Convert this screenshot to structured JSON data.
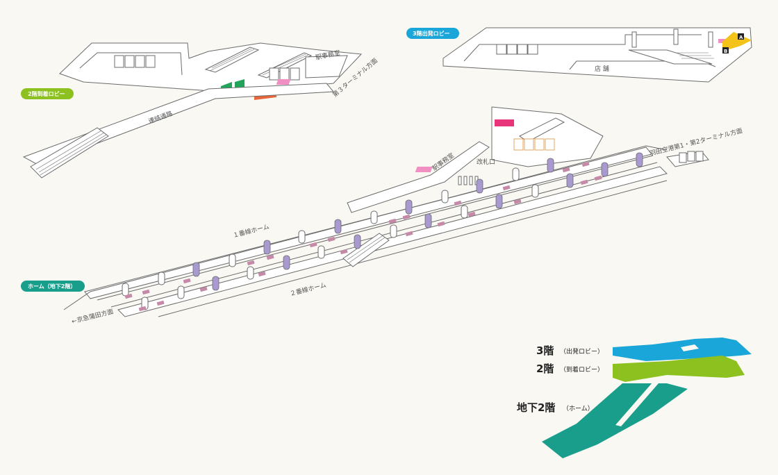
{
  "floor_tags": {
    "floor3": {
      "label": "3階出発ロビー",
      "color": "#1aa6d8"
    },
    "floor2": {
      "label": "2階到着ロビー",
      "color": "#8cc11f"
    },
    "floorB2": {
      "label": "ホーム（地下2階）",
      "color": "#1a9e8c"
    }
  },
  "floor3_labels": {
    "shops": "店 舗",
    "marker_a": "A",
    "marker_b": "B"
  },
  "floor2_labels": {
    "passage": "連絡通路",
    "ticket_office": "駅事務室",
    "terminal3_dir": "第３ターミナル方面"
  },
  "platform_labels": {
    "platform1": "１番線ホーム",
    "platform2": "２番線ホーム",
    "ticket_gate": "改札口",
    "station_office": "駅事務室",
    "keikyu_dir": "←京急蒲田方面",
    "terminal_dir": "羽田空港第1・第2ターミナル方面"
  },
  "legend": {
    "floor3": {
      "big": "3階",
      "small": "（出発ロビー）",
      "color": "#1aa6d8"
    },
    "floor2": {
      "big": "2階",
      "small": "（到着ロビー）",
      "color": "#8cc11f"
    },
    "floorB2": {
      "big": "地下2階",
      "small": "（ホーム）",
      "color": "#1a9e8c"
    }
  },
  "colors": {
    "pillar_purple": "#a89ad0",
    "door_mark": "#c58aa8",
    "pink_marker": "#f08fc2",
    "orange_block": "#e8643a",
    "green_sign": "#22a55a",
    "magenta_sign": "#e8357a",
    "yellow_marker": "#f3c31a"
  }
}
